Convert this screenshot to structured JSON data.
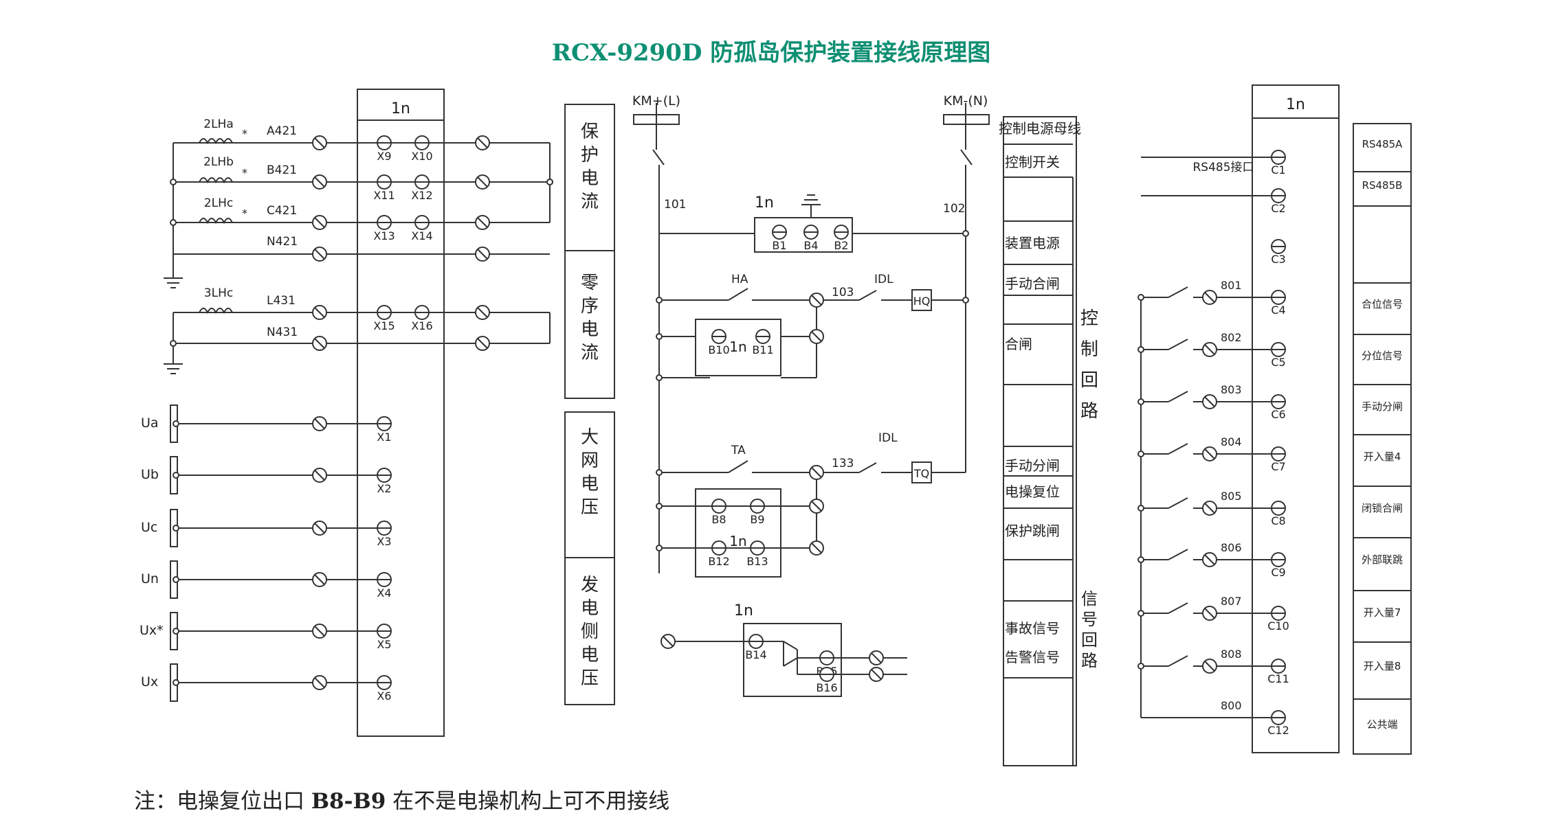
{
  "title": "RCX-9290D 防孤岛保护装置接线原理图",
  "note": {
    "prefix": "注：电操复位出口 ",
    "bold": "B8-B9",
    "suffix": " 在不是电操机构上可不用接线"
  },
  "colors": {
    "title": "#0f8f73",
    "line": "#333333",
    "text": "#222222"
  },
  "unit_label": "1n",
  "left_panel": {
    "ct_labels": [
      "2LHa",
      "2LHb",
      "2LHc",
      "3LHc"
    ],
    "wire_labels": [
      "A421",
      "B421",
      "C421",
      "N421",
      "L431",
      "N431"
    ],
    "ct_terminals": [
      "X9",
      "X10",
      "X11",
      "X12",
      "X13",
      "X14",
      "X15",
      "X16"
    ],
    "voltage_labels": [
      "Ua",
      "Ub",
      "Uc",
      "Un",
      "Ux*",
      "Ux"
    ],
    "voltage_terminals": [
      "X1",
      "X2",
      "X3",
      "X4",
      "X5",
      "X6"
    ]
  },
  "group_labels": [
    "保护电流",
    "零序电流",
    "大网电压",
    "发电侧电压"
  ],
  "control": {
    "supply_pos": "KM+(L)",
    "supply_neg": "KM-(N)",
    "wires": [
      "101",
      "102",
      "103",
      "133"
    ],
    "contacts": [
      "HA",
      "TA",
      "IDL",
      "IDL"
    ],
    "coils": [
      "HQ",
      "TQ"
    ],
    "terminals_top": [
      "B1",
      "B4",
      "B2"
    ],
    "terminals_hq": [
      "B10",
      "B11"
    ],
    "terminals_tq": [
      "B8",
      "B9",
      "B12",
      "B13"
    ],
    "terminals_alarm": [
      "B14",
      "B15",
      "B16"
    ]
  },
  "right_table": {
    "rows": [
      "控制电源母线",
      "控制开关",
      "装置电源",
      "手动合闸",
      "合闸",
      "手动分闸",
      "电操复位",
      "保护跳闸",
      "事故信号",
      "告警信号"
    ],
    "side1": "控制回路",
    "side2": "信号回路"
  },
  "comm": {
    "label": "RS485接口",
    "terminals": [
      "C1",
      "C2",
      "C3",
      "C4",
      "C5",
      "C6",
      "C7",
      "C8",
      "C9",
      "C10",
      "C11",
      "C12"
    ],
    "inputs": [
      "801",
      "802",
      "803",
      "804",
      "805",
      "806",
      "807",
      "808"
    ],
    "common": "800",
    "signal_labels": [
      "RS485A",
      "RS485B",
      "合位信号",
      "分位信号",
      "手动分闸",
      "开入量4",
      "闭锁合闸",
      "外部联跳",
      "开入量7",
      "开入量8",
      "公共端"
    ]
  }
}
